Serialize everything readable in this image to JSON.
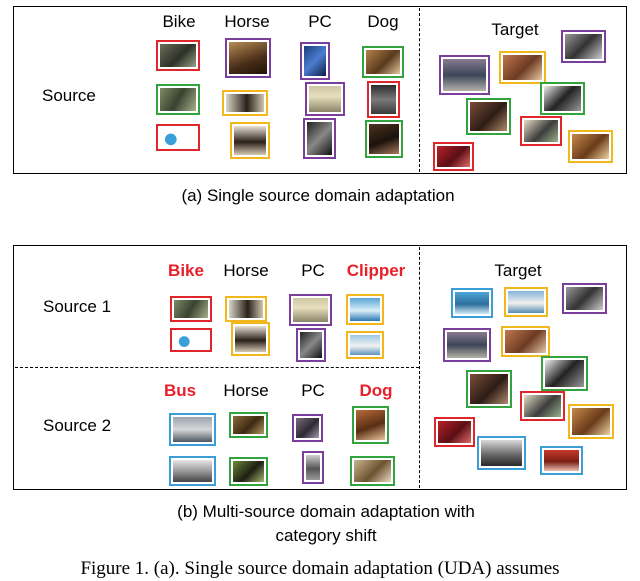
{
  "colors": {
    "red": "#e0262b",
    "yellow": "#f2b71c",
    "purple": "#7a3f9a",
    "green": "#33a33d",
    "blue": "#3a9fd9",
    "label_red": "#e8202a"
  },
  "panel_a": {
    "categories": [
      "Bike",
      "Horse",
      "PC",
      "Dog"
    ],
    "source_label": "Source",
    "target_label": "Target",
    "caption": "(a) Single source domain adaptation"
  },
  "panel_b": {
    "source1_categories": [
      "Bike",
      "Horse",
      "PC",
      "Clipper"
    ],
    "source2_categories": [
      "Bus",
      "Horse",
      "PC",
      "Dog"
    ],
    "source1_label": "Source 1",
    "source2_label": "Source 2",
    "target_label": "Target",
    "caption_line1": "(b) Multi-source domain adaptation with",
    "caption_line2": "category shift"
  },
  "figure_caption": "Figure 1. (a).  Single source domain adaptation (UDA) assumes"
}
